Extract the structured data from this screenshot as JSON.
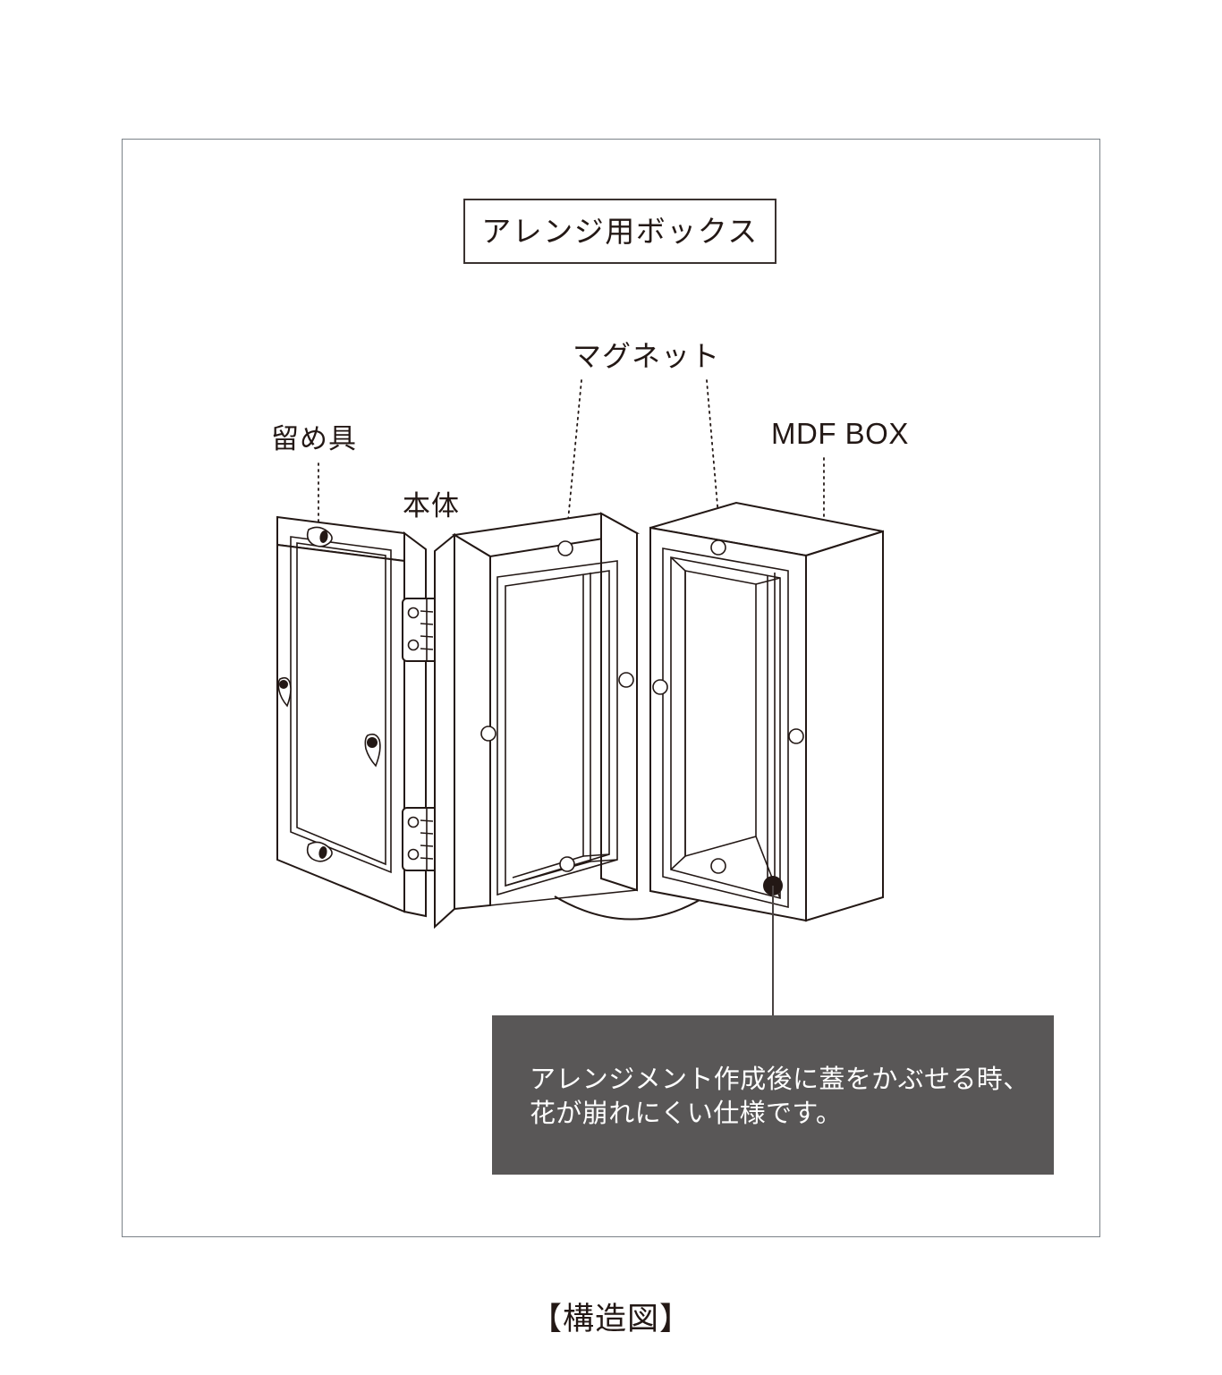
{
  "figure": {
    "title": "アレンジ用ボックス",
    "bottom_caption": "【構造図】",
    "labels": {
      "clasp": "留め具",
      "body": "本体",
      "magnet": "マグネット",
      "mdf_box": "MDF BOX"
    },
    "callout": {
      "line1": "アレンジメント作成後に蓋をかぶせる時、",
      "line2": "花が崩れにくい仕様です。"
    },
    "colors": {
      "frame_border": "#7b8288",
      "line_art": "#231815",
      "callout_background": "#595757",
      "callout_text": "#ffffff",
      "title_border": "#3a3230"
    }
  }
}
